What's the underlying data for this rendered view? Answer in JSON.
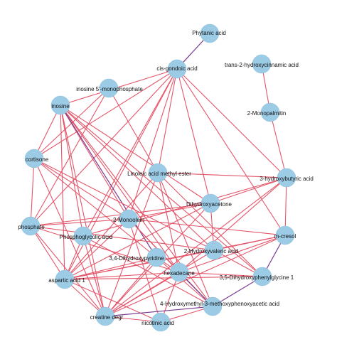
{
  "network": {
    "nodes": [
      {
        "id": "phytanic",
        "label": "Phytanic acid"
      },
      {
        "id": "cisgondoic",
        "label": "cis-gondoic acid"
      },
      {
        "id": "trans2hc",
        "label": "trans-2-hydroxycinnamic acid"
      },
      {
        "id": "inosine5mp",
        "label": "inosine 5'-monophosphate"
      },
      {
        "id": "inosine",
        "label": "inosine"
      },
      {
        "id": "monopalmitin",
        "label": "2-Monopalmitin"
      },
      {
        "id": "cortisone",
        "label": "cortisone"
      },
      {
        "id": "linoleic",
        "label": "Linoleic acid methyl ester"
      },
      {
        "id": "hydroxybutyric",
        "label": "3-hydroxybutyric acid"
      },
      {
        "id": "dha",
        "label": "Dihydroxyacetone"
      },
      {
        "id": "monoolein",
        "label": "2-Monoolein"
      },
      {
        "id": "phosphate",
        "label": "phosphate"
      },
      {
        "id": "phosphoglycolic",
        "label": "Phosphoglycolic acid"
      },
      {
        "id": "mcresol",
        "label": "m-cresol"
      },
      {
        "id": "hydroxyvaleric",
        "label": "2-Hydroxyvaleric acid"
      },
      {
        "id": "dihydroxypyridine",
        "label": "3,4-Dihydroxypyridine"
      },
      {
        "id": "hexadecane",
        "label": "hexadecane"
      },
      {
        "id": "dhpg",
        "label": "3,5-Dihydroxyphenylglycine 1"
      },
      {
        "id": "aspartic",
        "label": "aspartic acid 1"
      },
      {
        "id": "hmpa",
        "label": "4-Hydroxymethyl-3-methoxyphenoxyacetic acid"
      },
      {
        "id": "creatine",
        "label": "creatine degr"
      },
      {
        "id": "nicotinic",
        "label": "nicotinic acid"
      }
    ],
    "edges": [
      [
        "phytanic",
        "cisgondoic",
        "purple"
      ],
      [
        "trans2hc",
        "monopalmitin",
        "red"
      ],
      [
        "monopalmitin",
        "hydroxybutyric",
        "red"
      ],
      [
        "cisgondoic",
        "inosine",
        "red"
      ],
      [
        "cisgondoic",
        "cortisone",
        "red"
      ],
      [
        "cisgondoic",
        "phosphate",
        "red"
      ],
      [
        "cisgondoic",
        "linoleic",
        "red"
      ],
      [
        "cisgondoic",
        "hydroxybutyric",
        "red"
      ],
      [
        "cisgondoic",
        "dha",
        "red"
      ],
      [
        "cisgondoic",
        "monoolein",
        "red"
      ],
      [
        "cisgondoic",
        "mcresol",
        "red"
      ],
      [
        "cisgondoic",
        "aspartic",
        "red"
      ],
      [
        "cisgondoic",
        "phosphoglycolic",
        "red"
      ],
      [
        "inosine5mp",
        "cortisone",
        "red"
      ],
      [
        "inosine5mp",
        "linoleic",
        "red"
      ],
      [
        "inosine5mp",
        "phosphate",
        "red"
      ],
      [
        "inosine",
        "cortisone",
        "red"
      ],
      [
        "inosine",
        "monoolein",
        "red"
      ],
      [
        "inosine",
        "dha",
        "red"
      ],
      [
        "inosine",
        "phosphoglycolic",
        "red"
      ],
      [
        "inosine",
        "hexadecane",
        "red"
      ],
      [
        "inosine",
        "hydroxyvaleric",
        "red"
      ],
      [
        "inosine",
        "dihydroxypyridine",
        "purple"
      ],
      [
        "inosine",
        "hmpa",
        "red"
      ],
      [
        "inosine",
        "aspartic",
        "red"
      ],
      [
        "inosine",
        "dhpg",
        "red"
      ],
      [
        "inosine",
        "creatine",
        "red"
      ],
      [
        "cortisone",
        "phosphate",
        "red"
      ],
      [
        "cortisone",
        "monoolein",
        "red"
      ],
      [
        "cortisone",
        "hydroxyvaleric",
        "red"
      ],
      [
        "cortisone",
        "creatine",
        "red"
      ],
      [
        "cortisone",
        "dihydroxypyridine",
        "red"
      ],
      [
        "linoleic",
        "hydroxybutyric",
        "red"
      ],
      [
        "linoleic",
        "creatine",
        "red"
      ],
      [
        "linoleic",
        "aspartic",
        "red"
      ],
      [
        "linoleic",
        "dhpg",
        "red"
      ],
      [
        "linoleic",
        "hmpa",
        "red"
      ],
      [
        "linoleic",
        "hexadecane",
        "red"
      ],
      [
        "hydroxybutyric",
        "dha",
        "red"
      ],
      [
        "hydroxybutyric",
        "mcresol",
        "red"
      ],
      [
        "hydroxybutyric",
        "phosphoglycolic",
        "red"
      ],
      [
        "hydroxybutyric",
        "hexadecane",
        "red"
      ],
      [
        "hydroxybutyric",
        "creatine",
        "red"
      ],
      [
        "dha",
        "phosphate",
        "red"
      ],
      [
        "dha",
        "monoolein",
        "red"
      ],
      [
        "dha",
        "hydroxyvaleric",
        "red"
      ],
      [
        "dha",
        "aspartic",
        "red"
      ],
      [
        "dha",
        "creatine",
        "red"
      ],
      [
        "monoolein",
        "phosphate",
        "red"
      ],
      [
        "monoolein",
        "mcresol",
        "red"
      ],
      [
        "monoolein",
        "aspartic",
        "red"
      ],
      [
        "monoolein",
        "nicotinic",
        "red"
      ],
      [
        "monoolein",
        "hexadecane",
        "red"
      ],
      [
        "monoolein",
        "hmpa",
        "red"
      ],
      [
        "phosphate",
        "aspartic",
        "red"
      ],
      [
        "phosphate",
        "hydroxyvaleric",
        "red"
      ],
      [
        "phosphate",
        "hexadecane",
        "red"
      ],
      [
        "phosphate",
        "creatine",
        "red"
      ],
      [
        "phosphoglycolic",
        "aspartic",
        "red"
      ],
      [
        "phosphoglycolic",
        "creatine",
        "red"
      ],
      [
        "phosphoglycolic",
        "hmpa",
        "red"
      ],
      [
        "mcresol",
        "aspartic",
        "red"
      ],
      [
        "mcresol",
        "hydroxyvaleric",
        "red"
      ],
      [
        "mcresol",
        "hexadecane",
        "red"
      ],
      [
        "mcresol",
        "creatine",
        "red"
      ],
      [
        "mcresol",
        "dhpg",
        "purple"
      ],
      [
        "hydroxyvaleric",
        "aspartic",
        "red"
      ],
      [
        "hydroxyvaleric",
        "creatine",
        "red"
      ],
      [
        "hydroxyvaleric",
        "dhpg",
        "red"
      ],
      [
        "dihydroxypyridine",
        "creatine",
        "red"
      ],
      [
        "dihydroxypyridine",
        "aspartic",
        "red"
      ],
      [
        "dihydroxypyridine",
        "hmpa",
        "red"
      ],
      [
        "dihydroxypyridine",
        "hexadecane",
        "red"
      ],
      [
        "hexadecane",
        "aspartic",
        "red"
      ],
      [
        "hexadecane",
        "creatine",
        "red"
      ],
      [
        "hexadecane",
        "hmpa",
        "purple"
      ],
      [
        "hexadecane",
        "nicotinic",
        "red"
      ],
      [
        "hexadecane",
        "dhpg",
        "red"
      ],
      [
        "dhpg",
        "aspartic",
        "red"
      ],
      [
        "dhpg",
        "hmpa",
        "purple"
      ],
      [
        "aspartic",
        "creatine",
        "red"
      ],
      [
        "aspartic",
        "nicotinic",
        "red"
      ],
      [
        "creatine",
        "nicotinic",
        "red"
      ],
      [
        "creatine",
        "hmpa",
        "purple"
      ],
      [
        "nicotinic",
        "hmpa",
        "red"
      ]
    ]
  },
  "colors": {
    "node_fill": "#9ccbe6",
    "edge_positive": "#e4556a",
    "edge_negative": "#7a3b8f"
  }
}
